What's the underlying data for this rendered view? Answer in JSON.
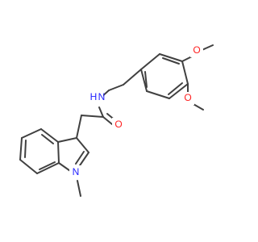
{
  "molecule": {
    "colors": {
      "background": "#ffffff",
      "bond": "#404040",
      "oxygen": "#ff2020",
      "nitrogen": "#2020ff"
    },
    "labels": {
      "methoxy_top_o": "O",
      "methoxy_bottom_o": "O",
      "amide_n": "N",
      "amide_h": "H",
      "carbonyl_o": "O",
      "indole_n": "N"
    }
  }
}
